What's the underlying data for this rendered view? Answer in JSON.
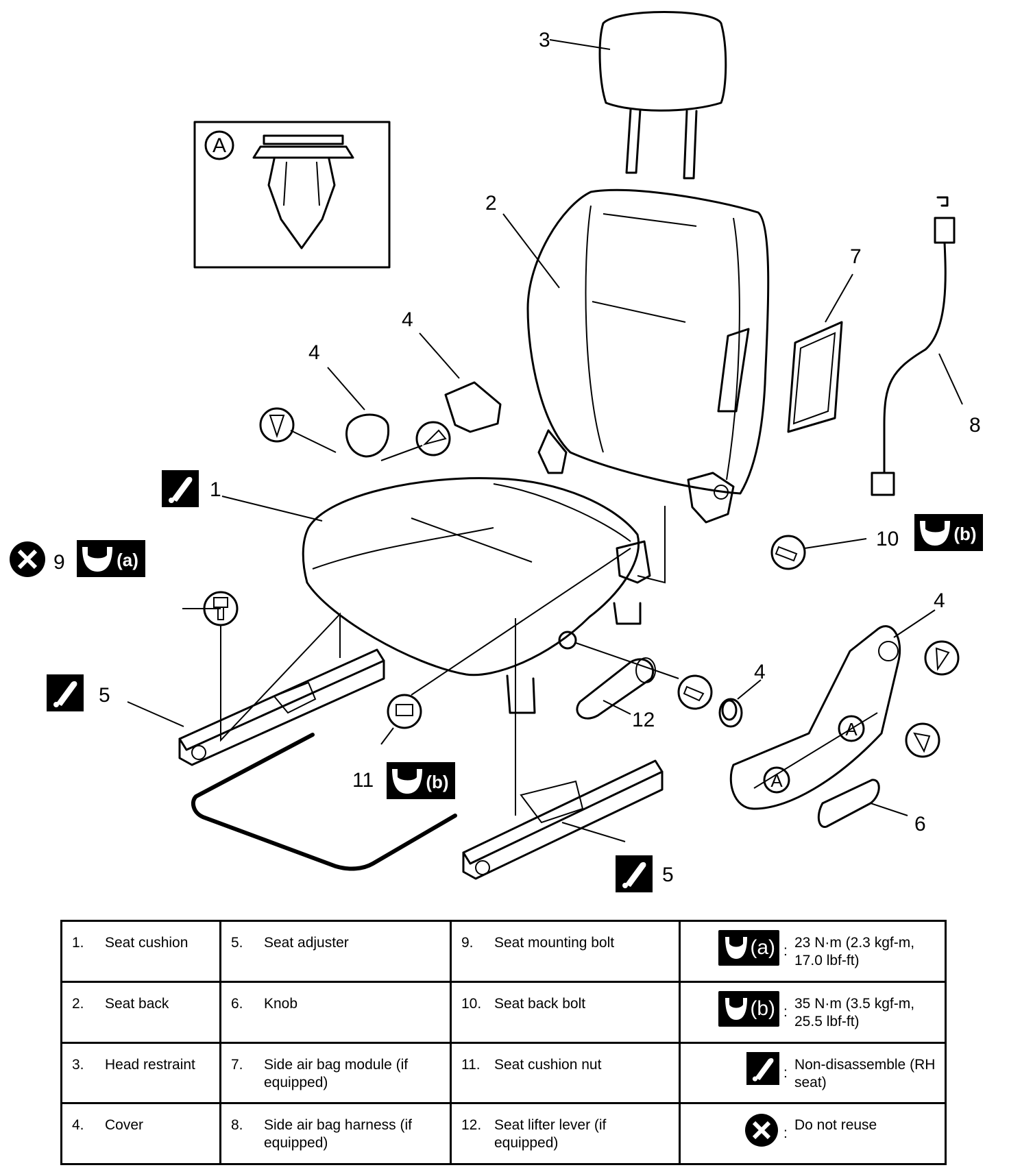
{
  "callouts": {
    "n1": "1",
    "n2": "2",
    "n3": "3",
    "n4": "4",
    "n5": "5",
    "n6": "6",
    "n7": "7",
    "n8": "8",
    "n9": "9",
    "n10": "10",
    "n11": "11",
    "n12": "12",
    "inset_letter": "A"
  },
  "badges": {
    "a": "(a)",
    "b": "(b)"
  },
  "legend": {
    "rows": [
      [
        {
          "num": "1.",
          "text": "Seat cushion"
        },
        {
          "num": "5.",
          "text": "Seat adjuster"
        },
        {
          "num": "9.",
          "text": "Seat mounting bolt"
        }
      ],
      [
        {
          "num": "2.",
          "text": "Seat back"
        },
        {
          "num": "6.",
          "text": "Knob"
        },
        {
          "num": "10.",
          "text": "Seat back bolt"
        }
      ],
      [
        {
          "num": "3.",
          "text": "Head restraint"
        },
        {
          "num": "7.",
          "text": "Side air bag module (if equipped)"
        },
        {
          "num": "11.",
          "text": "Seat cushion nut"
        }
      ],
      [
        {
          "num": "4.",
          "text": "Cover"
        },
        {
          "num": "8.",
          "text": "Side air bag harness (if equipped)"
        },
        {
          "num": "12.",
          "text": "Seat lifter lever (if equipped)"
        }
      ]
    ],
    "keys": [
      {
        "icon": "torque-wrench-a-icon",
        "badge": "(a)",
        "text": "23 N·m (2.3 kgf-m, 17.0 lbf-ft)"
      },
      {
        "icon": "torque-wrench-b-icon",
        "badge": "(b)",
        "text": "35 N·m (3.5 kgf-m, 25.5 lbf-ft)"
      },
      {
        "icon": "non-disassemble-icon",
        "badge": "",
        "text": "Non-disassemble (RH seat)"
      },
      {
        "icon": "do-not-reuse-icon",
        "badge": "",
        "text": "Do not reuse"
      }
    ],
    "colon": ":"
  }
}
